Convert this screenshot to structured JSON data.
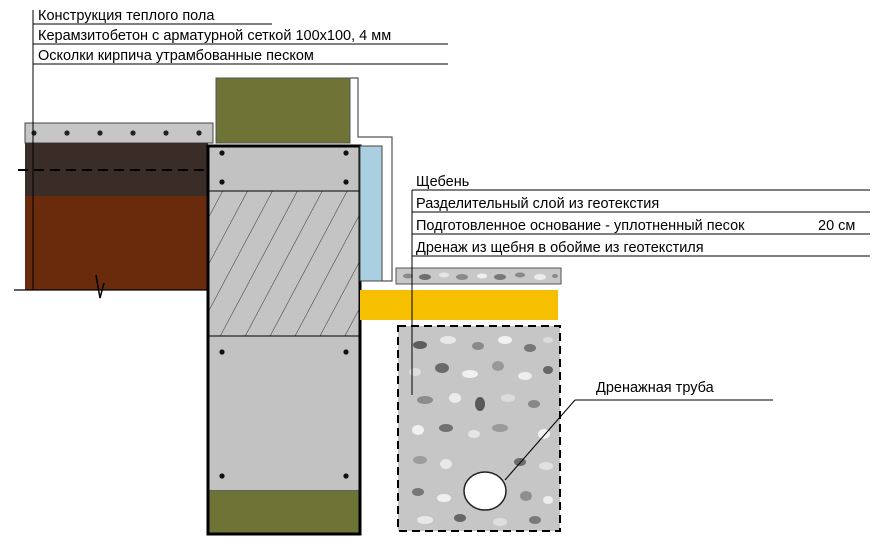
{
  "floor_labels": {
    "title": "Конструкция теплого пола",
    "layer_1": "Керамзитобетон с арматурной сеткой 100х100, 4 мм",
    "layer_2": "Осколки кирпича утрамбованные  песком"
  },
  "base_labels": {
    "gravel": "Щебень",
    "geotextile": "Разделительный слой из геотекстия",
    "sand_base": "Подготовленное основание - уплотненный песок",
    "sand_thickness": "20 см",
    "drainage": "Дренаж из щебня в обойме из геотекстиля"
  },
  "pipe_label": "Дренажная труба",
  "colors": {
    "brick_red": "#6a2a0c",
    "dark_layer": "#3a2c27",
    "concrete_grey": "#bebebe",
    "insulation_olive": "#6f7336",
    "waterproof_blue": "#a9cfe0",
    "sand_yellow": "#f6c000",
    "drain_gravel": "#c6c6c6"
  }
}
